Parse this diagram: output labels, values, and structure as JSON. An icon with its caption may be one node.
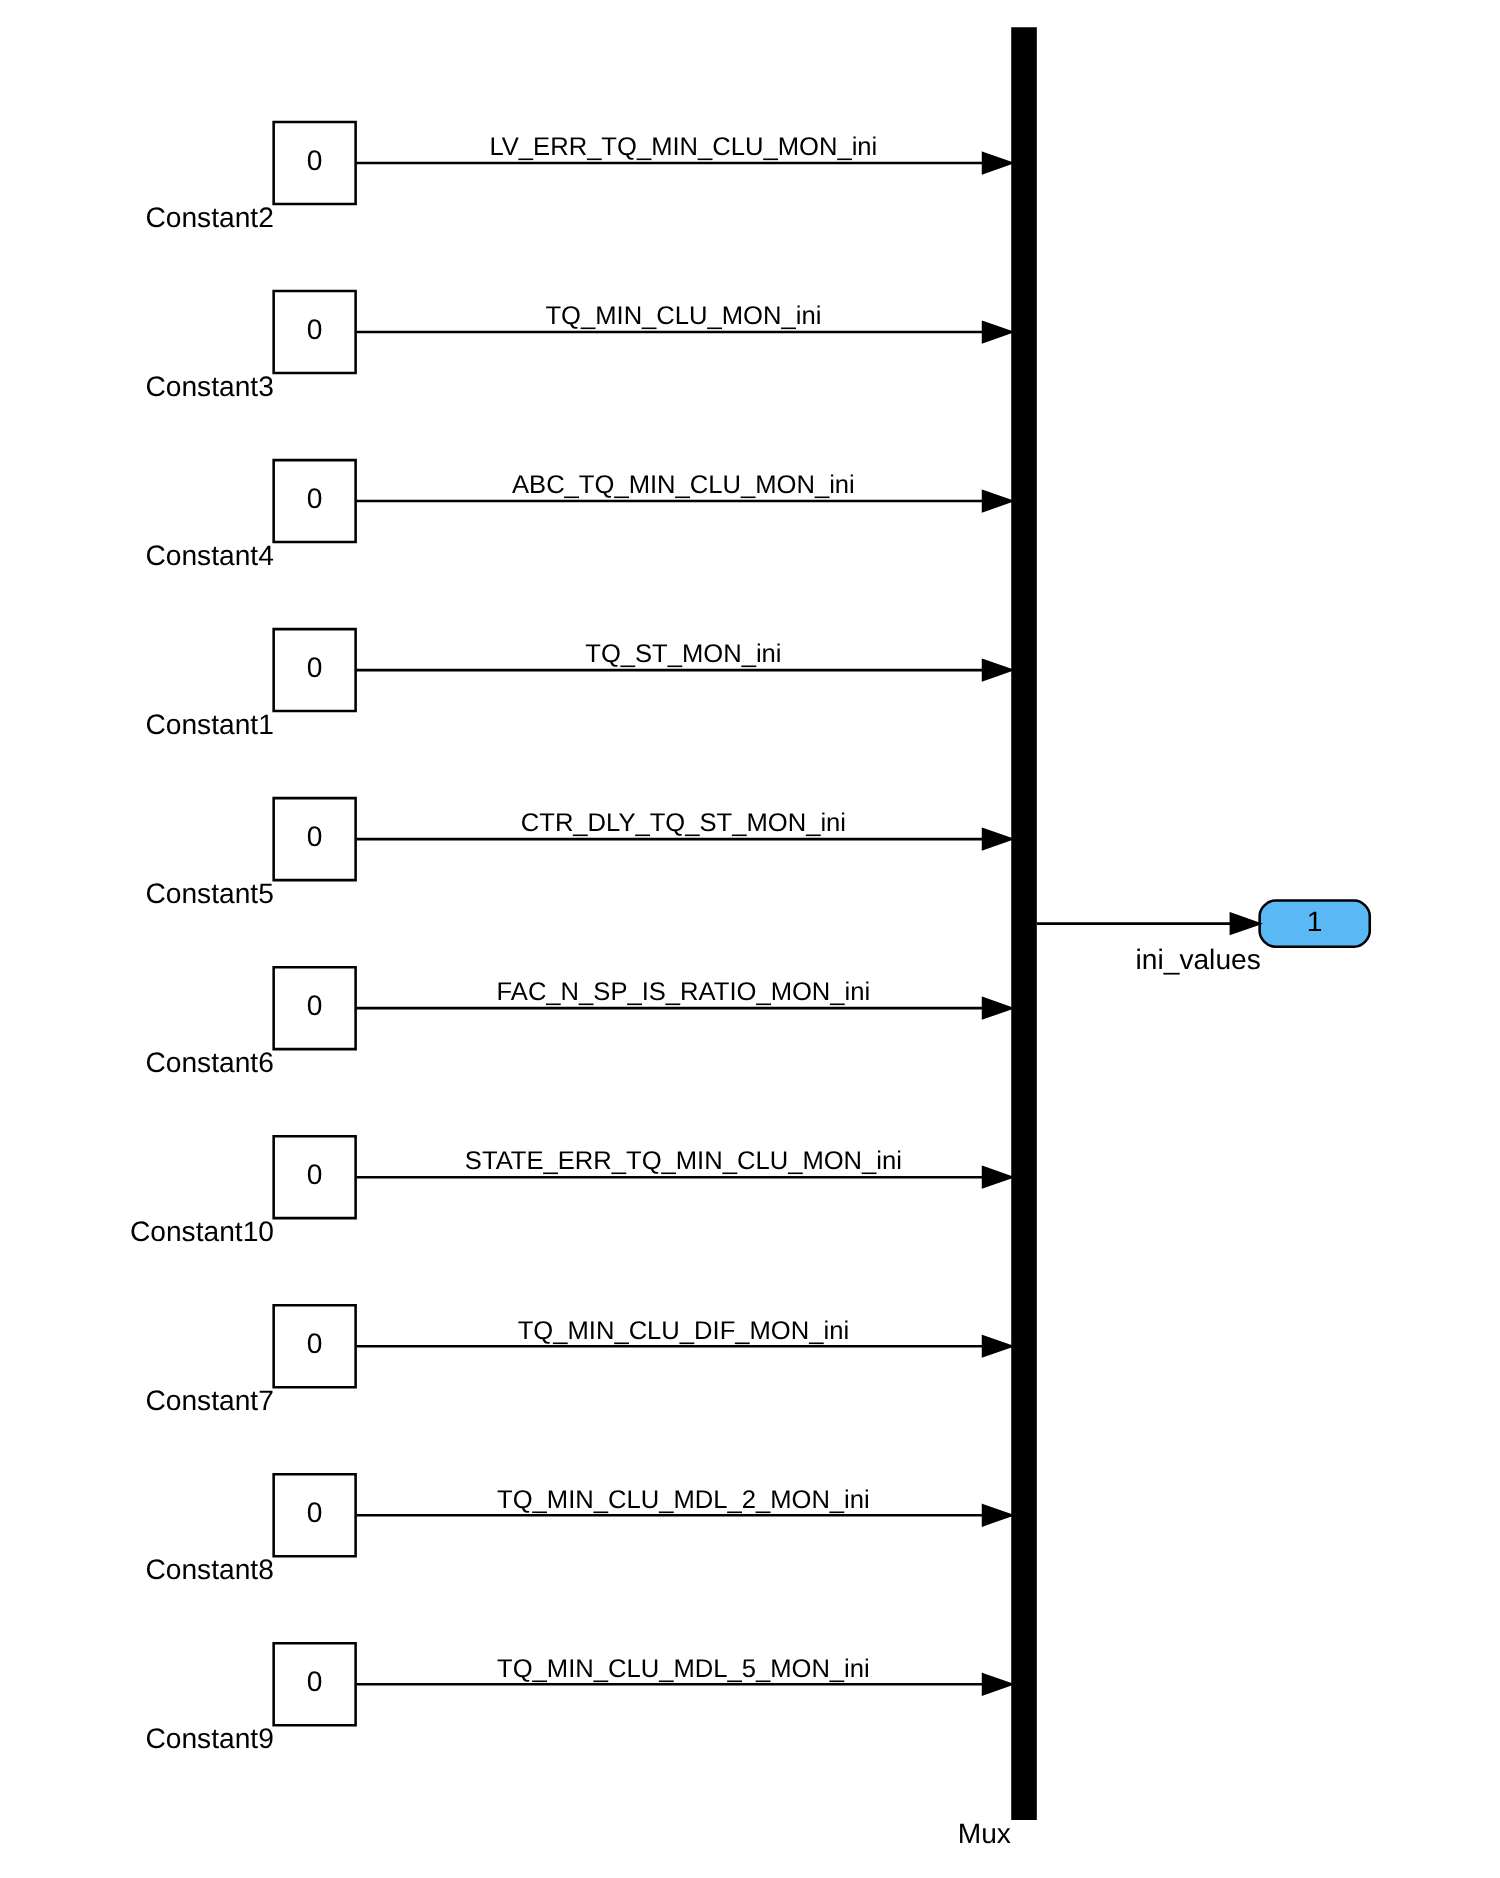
{
  "diagram": {
    "nodes": [
      {
        "text": [
          "0"
        ],
        "beside": [
          "Constant2"
        ]
      },
      {
        "text": [
          "0"
        ],
        "beside": [
          "Constant3"
        ]
      },
      {
        "text": [
          "0"
        ],
        "beside": [
          "Constant4"
        ]
      },
      {
        "text": [
          "0"
        ],
        "beside": [
          "Constant1"
        ]
      },
      {
        "text": [
          "0"
        ],
        "beside": [
          "Constant5"
        ]
      },
      {
        "text": [
          "0"
        ],
        "beside": [
          "Constant6"
        ]
      },
      {
        "text": [
          "0"
        ],
        "beside": [
          "Constant10"
        ]
      },
      {
        "text": [
          "0"
        ],
        "beside": [
          "Constant7"
        ]
      },
      {
        "text": [
          "0"
        ],
        "beside": [
          "Constant8"
        ]
      },
      {
        "text": [
          "0"
        ],
        "beside": [
          "Constant9"
        ]
      },
      {
        "text": [],
        "shape": "bar",
        "beside": [
          "Mux"
        ]
      },
      {
        "text": [
          "1"
        ],
        "beside": [
          "ini_values"
        ]
      }
    ],
    "edges": [
      {
        "from": 0,
        "to": 10,
        "arrow": "to",
        "label": "LV_ERR_TQ_MIN_CLU_MON_ini"
      },
      {
        "from": 1,
        "to": 10,
        "arrow": "to",
        "label": "TQ_MIN_CLU_MON_ini"
      },
      {
        "from": 2,
        "to": 10,
        "arrow": "to",
        "label": "ABC_TQ_MIN_CLU_MON_ini"
      },
      {
        "from": 3,
        "to": 10,
        "arrow": "to",
        "label": "TQ_ST_MON_ini"
      },
      {
        "from": 4,
        "to": 10,
        "arrow": "to",
        "label": "CTR_DLY_TQ_ST_MON_ini"
      },
      {
        "from": 5,
        "to": 10,
        "arrow": "to",
        "label": "FAC_N_SP_IS_RATIO_MON_ini"
      },
      {
        "from": 6,
        "to": 10,
        "arrow": "to",
        "label": "STATE_ERR_TQ_MIN_CLU_MON_ini"
      },
      {
        "from": 7,
        "to": 10,
        "arrow": "to",
        "label": "TQ_MIN_CLU_DIF_MON_ini"
      },
      {
        "from": 8,
        "to": 10,
        "arrow": "to",
        "label": "TQ_MIN_CLU_MDL_2_MON_ini"
      },
      {
        "from": 9,
        "to": 10,
        "arrow": "to",
        "label": "TQ_MIN_CLU_MDL_5_MON_ini"
      },
      {
        "from": 10,
        "to": 11,
        "arrow": "to"
      }
    ]
  }
}
